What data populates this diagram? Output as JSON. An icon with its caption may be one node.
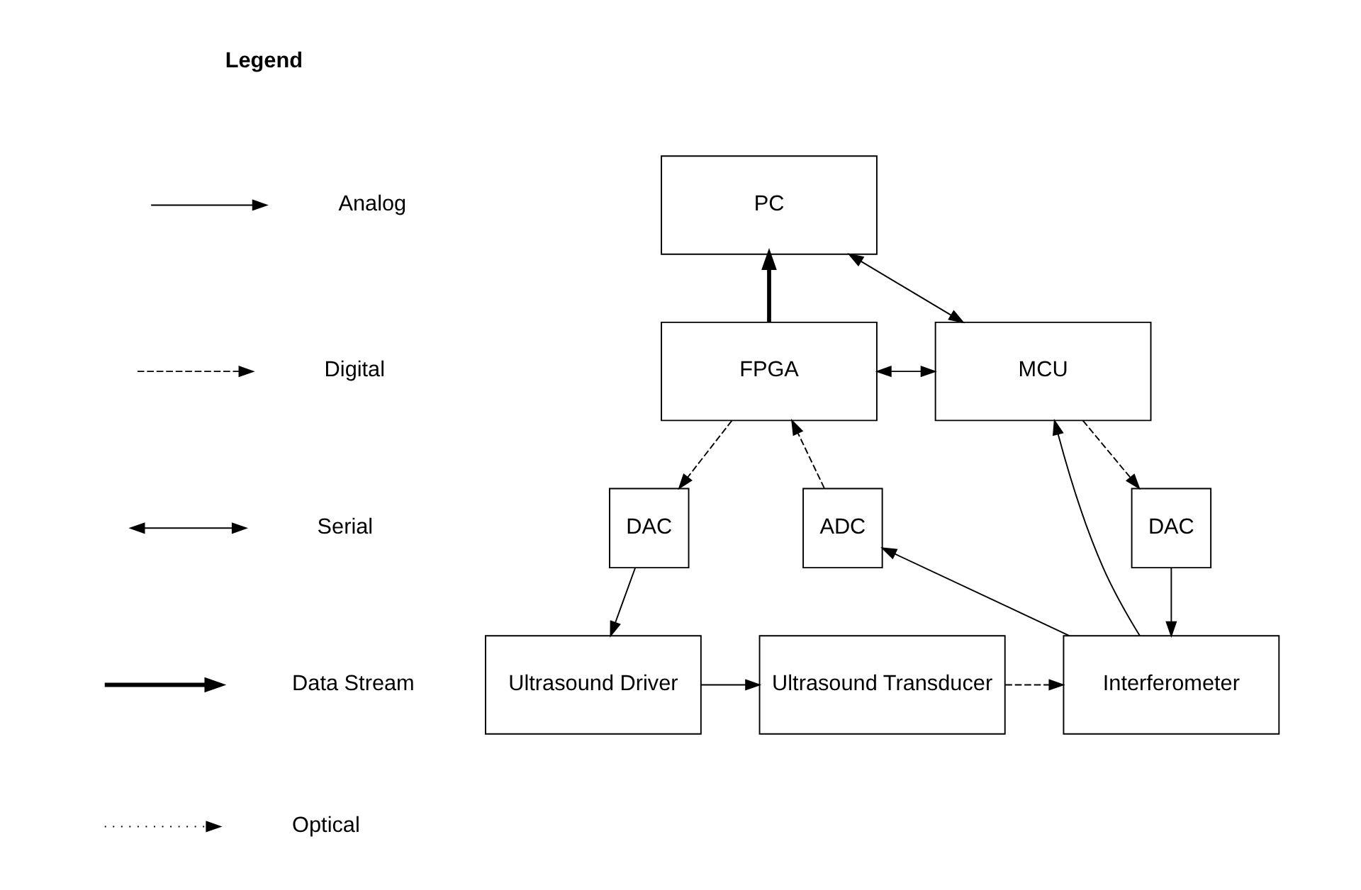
{
  "diagram": {
    "nodes": [
      {
        "text": [
          "PC"
        ]
      },
      {
        "text": [
          "FPGA"
        ]
      },
      {
        "text": [
          "MCU"
        ]
      },
      {
        "text": [
          "DAC"
        ]
      },
      {
        "text": [
          "ADC"
        ]
      },
      {
        "text": [
          "DAC"
        ]
      },
      {
        "text": [
          "Ultrasound Driver"
        ]
      },
      {
        "text": [
          "Ultrasound Transducer"
        ]
      },
      {
        "text": [
          "Interferometer"
        ]
      }
    ],
    "edges": [
      {
        "from": 1,
        "to": 0,
        "arrow": "to",
        "style": "thick"
      },
      {
        "from": 0,
        "to": 2,
        "arrow": "both"
      },
      {
        "from": 1,
        "to": 2,
        "arrow": "both"
      },
      {
        "from": 1,
        "to": 3,
        "arrow": "to",
        "style": "dashed"
      },
      {
        "from": 4,
        "to": 1,
        "arrow": "to",
        "style": "dashed"
      },
      {
        "from": 2,
        "to": 5,
        "arrow": "to",
        "style": "dashed"
      },
      {
        "from": 3,
        "to": 6,
        "arrow": "to"
      },
      {
        "from": 8,
        "to": 4,
        "arrow": "to"
      },
      {
        "from": 8,
        "to": 2,
        "arrow": "to"
      },
      {
        "from": 5,
        "to": 8,
        "arrow": "to"
      },
      {
        "from": 6,
        "to": 7,
        "arrow": "to"
      },
      {
        "from": 7,
        "to": 8,
        "arrow": "to",
        "style": "dashed"
      }
    ],
    "labels": [
      "Legend"
    ],
    "legend": [
      {
        "text": "Analog"
      },
      {
        "text": "Digital"
      },
      {
        "text": "Serial"
      },
      {
        "text": "Data Stream"
      },
      {
        "text": "Optical"
      }
    ]
  }
}
